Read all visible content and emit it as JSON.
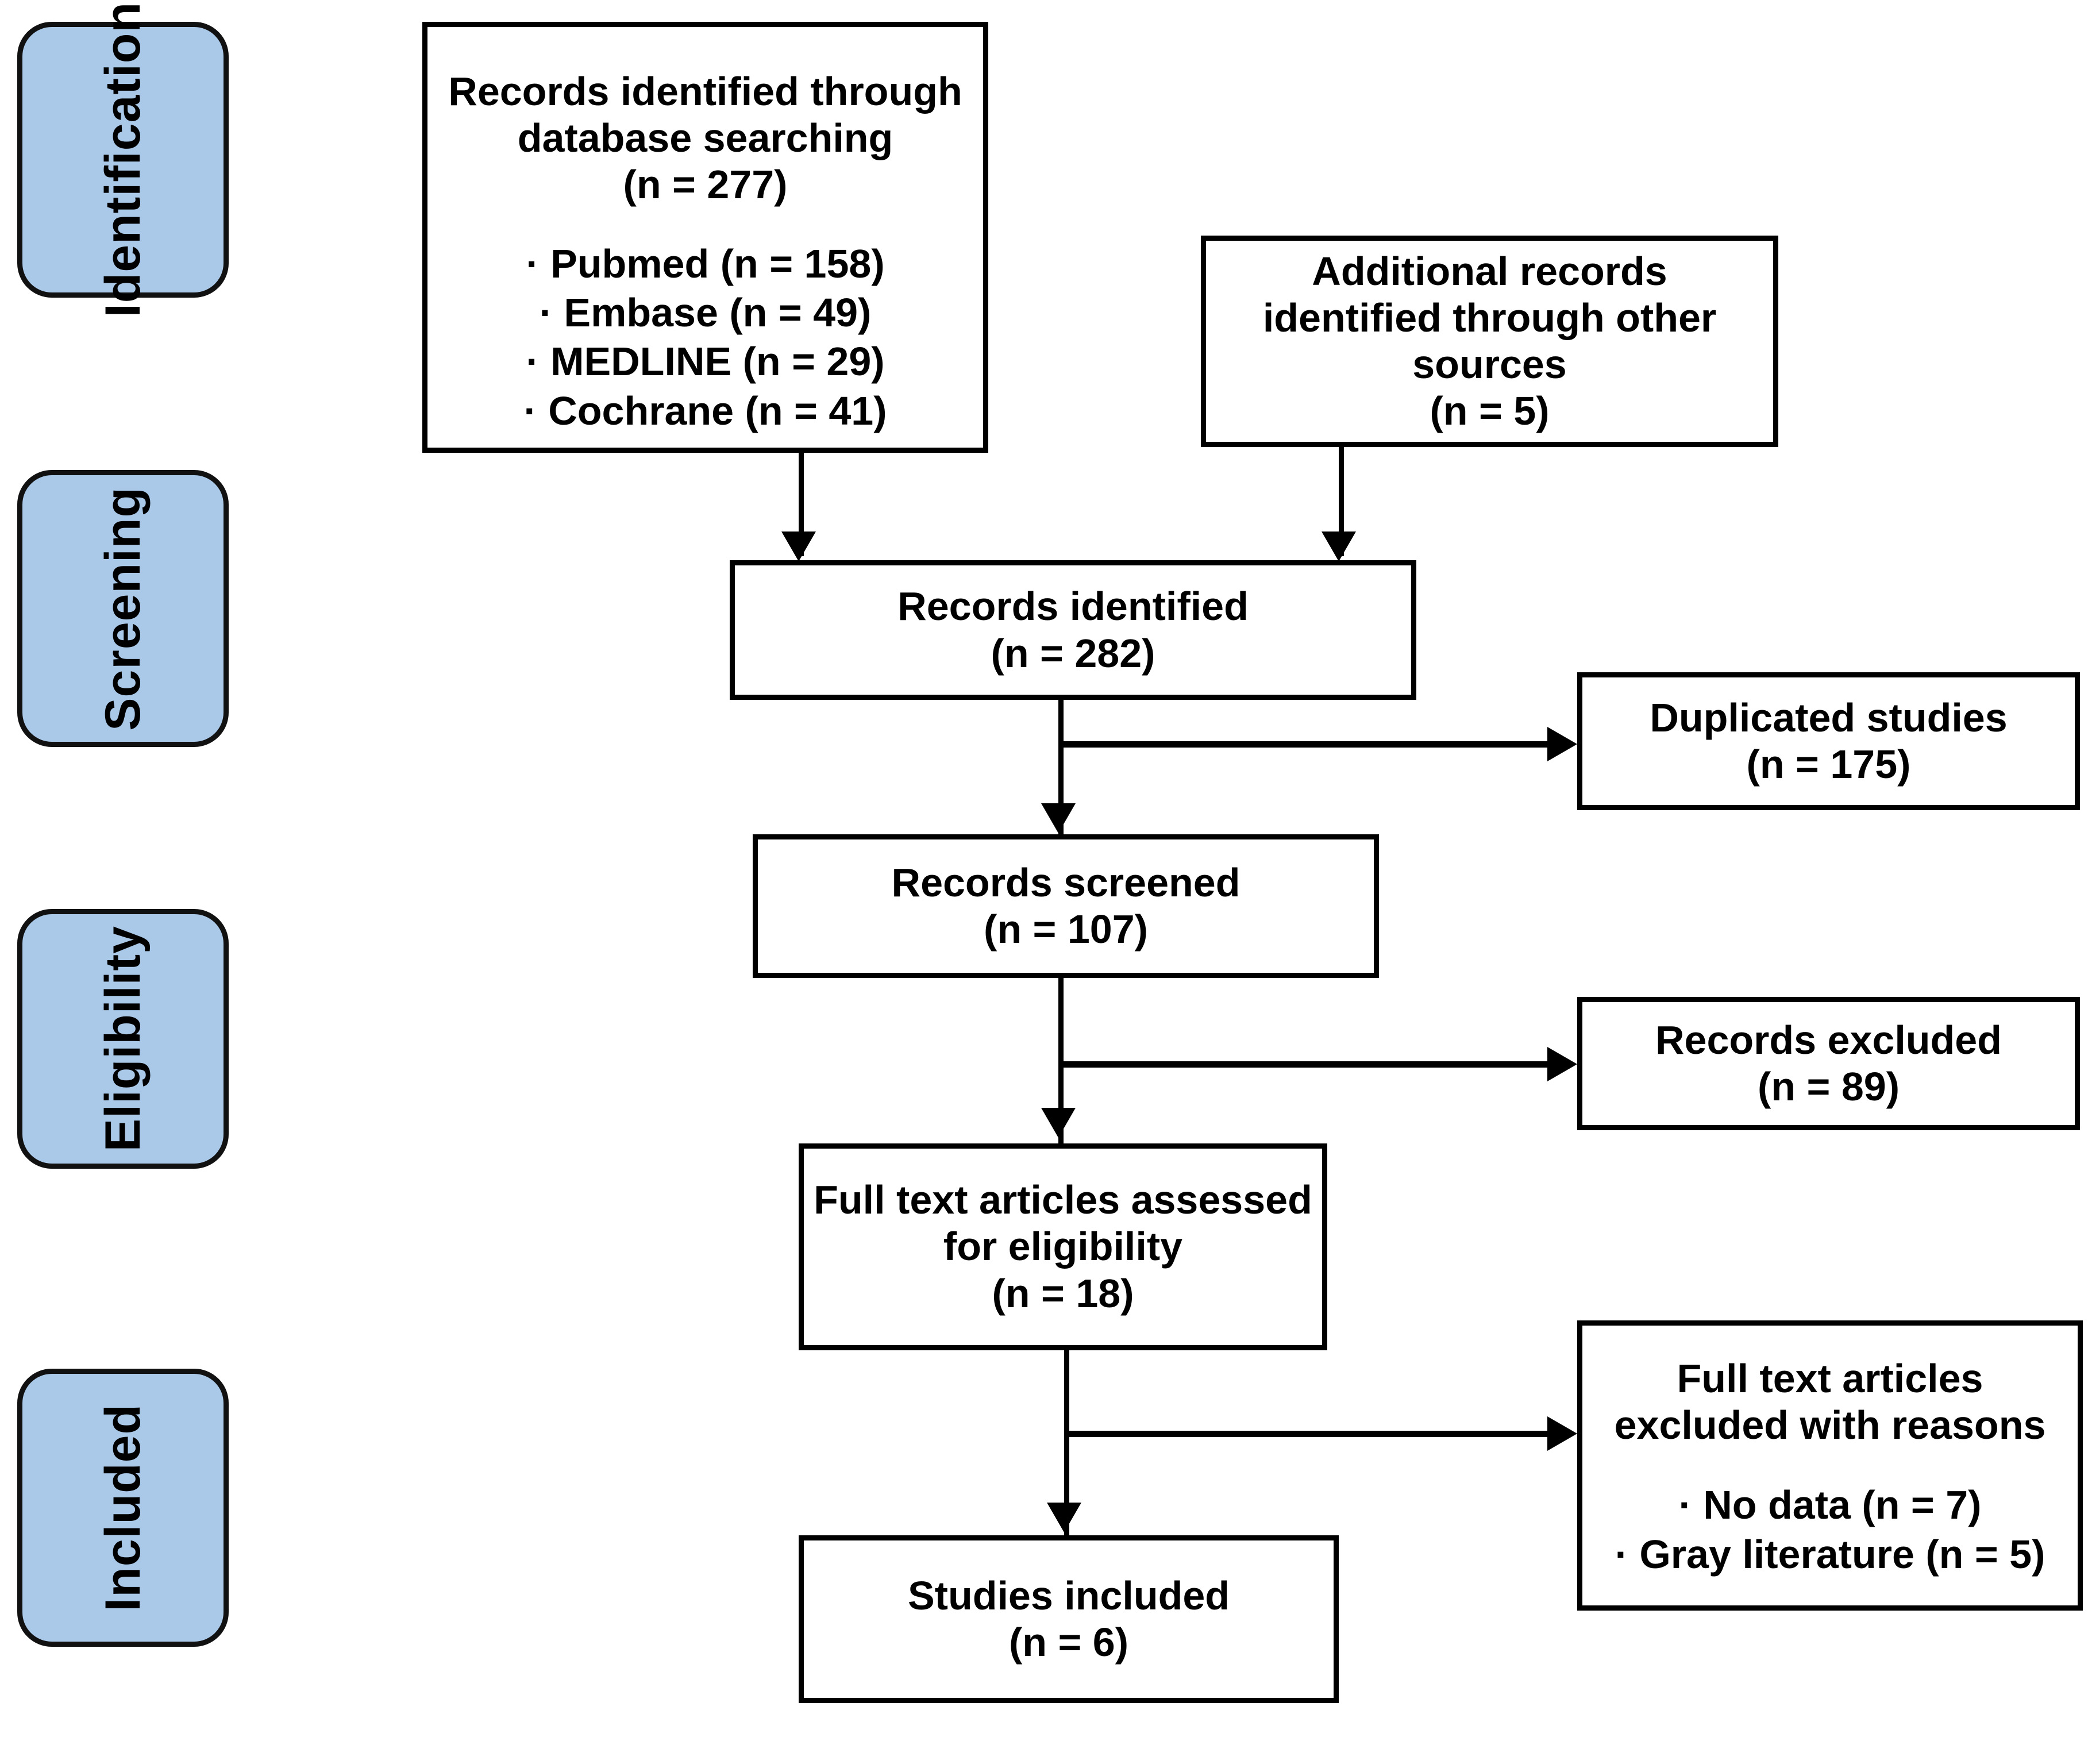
{
  "diagram": {
    "type": "prisma-flow-diagram",
    "stages": [
      {
        "id": "identification",
        "label": "Identification"
      },
      {
        "id": "screening",
        "label": "Screening"
      },
      {
        "id": "eligibility",
        "label": "Eligibility"
      },
      {
        "id": "included",
        "label": "Included"
      }
    ],
    "boxes": {
      "database_search": {
        "lines": [
          "Records identified through",
          "database searching",
          "(n = 277)"
        ],
        "sublist": [
          "· Pubmed (n = 158)",
          "· Embase (n = 49)",
          "· MEDLINE (n = 29)",
          "· Cochrane (n = 41)"
        ]
      },
      "additional_records": {
        "lines": [
          "Additional records",
          "identified through other",
          "sources",
          "(n = 5)"
        ]
      },
      "records_identified": {
        "lines": [
          "Records identified",
          "(n = 282)"
        ]
      },
      "duplicated_studies": {
        "lines": [
          "Duplicated studies",
          "(n = 175)"
        ]
      },
      "records_screened": {
        "lines": [
          "Records screened",
          "(n = 107)"
        ]
      },
      "records_excluded": {
        "lines": [
          "Records excluded",
          "(n = 89)"
        ]
      },
      "full_text_assessed": {
        "lines": [
          "Full text articles assessed",
          "for eligibility",
          "(n = 18)"
        ]
      },
      "full_text_excluded": {
        "lines": [
          "Full text articles",
          "excluded with reasons"
        ],
        "sublist": [
          "· No data (n = 7)",
          "· Gray literature (n = 5)"
        ]
      },
      "studies_included": {
        "lines": [
          "Studies included",
          "(n = 6)"
        ]
      }
    },
    "counts": {
      "database_searching_total": 277,
      "pubmed": 158,
      "embase": 49,
      "medline": 29,
      "cochrane": 41,
      "additional_sources": 5,
      "records_identified": 282,
      "duplicated_studies": 175,
      "records_screened": 107,
      "records_excluded": 89,
      "full_text_assessed": 18,
      "excluded_no_data": 7,
      "excluded_gray_literature": 5,
      "studies_included": 6
    },
    "colors": {
      "stage_fill": "#aac8e8",
      "stage_border": "#111111",
      "box_border": "#000000",
      "background": "#ffffff",
      "text": "#000000"
    }
  }
}
